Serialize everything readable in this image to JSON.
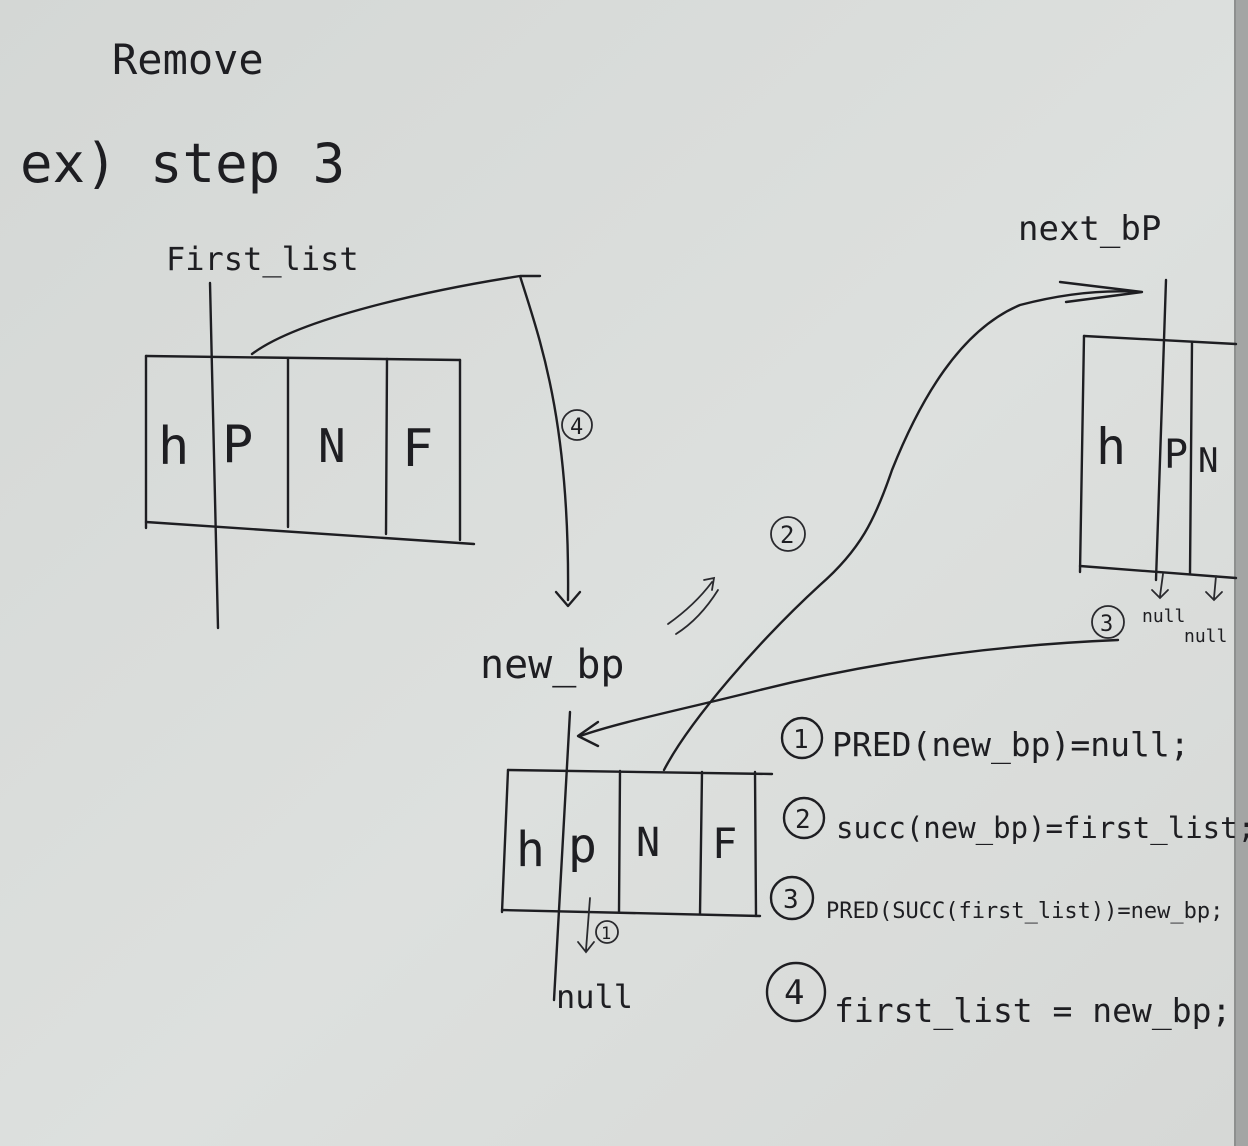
{
  "title": "Remove",
  "subtitle": "ex) step 3",
  "pointers": {
    "first_list": "First_list",
    "next_bp": "next_bP",
    "new_bp": "new_bp"
  },
  "blocks": {
    "first_block": [
      "h",
      "P",
      "N",
      "F"
    ],
    "next_block": [
      "h",
      "P",
      "N"
    ],
    "new_block": [
      "h",
      "p",
      "N",
      "F"
    ]
  },
  "null_labels": {
    "new_pred": "null",
    "next_pred": "null",
    "next_succ": "null"
  },
  "step_markers": {
    "one": "1",
    "two": "2",
    "three": "3",
    "four": "4"
  },
  "code_steps": [
    {
      "num": "1",
      "text": "PRED(new_bp)=null;"
    },
    {
      "num": "2",
      "text": "succ(new_bp)=first_list;"
    },
    {
      "num": "3",
      "text": "PRED(SUCC(first_list))=new_bp;"
    },
    {
      "num": "4",
      "text": "first_list = new_bp;"
    }
  ],
  "colors": {
    "board": "#d9dcda",
    "ink": "#1e1e22",
    "frame": "#9a9c9b"
  }
}
